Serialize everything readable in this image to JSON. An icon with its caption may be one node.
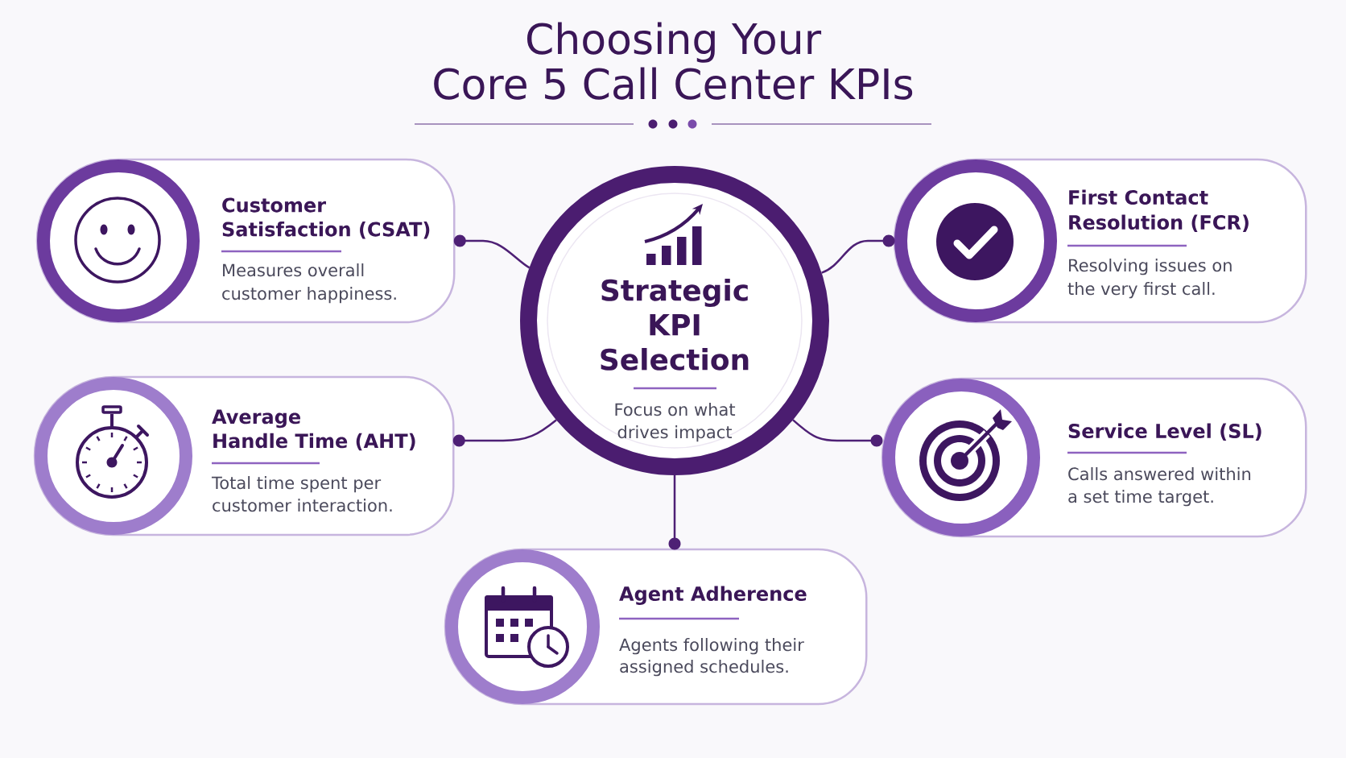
{
  "diagram": {
    "title": "Choosing Your Core 5 Call Center KPIs",
    "nodes": [
      {
        "text": [
          "Strategic KPI Selection",
          "Focus on what drives impact"
        ]
      },
      {
        "text": [
          "Customer Satisfaction (CSAT)",
          "Measures overall customer happiness."
        ]
      },
      {
        "text": [
          "Average Handle Time (AHT)",
          "Total time spent per customer interaction."
        ]
      },
      {
        "text": [
          "First Contact Resolution (FCR)",
          "Resolving issues on the very first call."
        ]
      },
      {
        "text": [
          "Service Level (SL)",
          "Calls answered within a set time target."
        ]
      },
      {
        "text": [
          "Agent Adherence",
          "Agents following their assigned schedules."
        ]
      }
    ],
    "edges": [
      {
        "from": 0,
        "to": 1,
        "arrow": "other"
      },
      {
        "from": 0,
        "to": 2,
        "arrow": "other"
      },
      {
        "from": 0,
        "to": 3,
        "arrow": "other"
      },
      {
        "from": 0,
        "to": 4,
        "arrow": "other"
      },
      {
        "from": 0,
        "to": 5,
        "arrow": "other"
      }
    ]
  }
}
